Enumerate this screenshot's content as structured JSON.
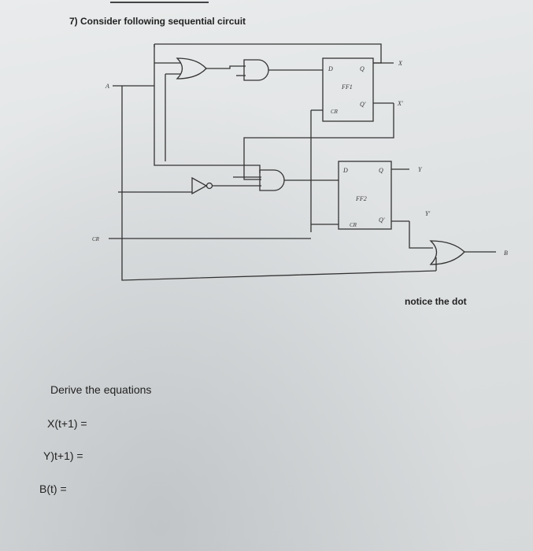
{
  "question": {
    "title": "7) Consider following sequential circuit"
  },
  "circuit": {
    "ff1": {
      "name": "FF1",
      "d": "D",
      "q": "Q",
      "qbar": "Q'",
      "clk": "CR"
    },
    "ff2": {
      "name": "FF2",
      "d": "D",
      "q": "Q",
      "qbar": "Q'",
      "clk": "CR"
    },
    "inputs": {
      "a": "A",
      "clk": "CR"
    },
    "outputs": {
      "x": "X",
      "xbar": "X'",
      "y": "Y",
      "ybar": "Y'",
      "b": "B"
    }
  },
  "notice": "notice the dot",
  "derive": {
    "title": "Derive the equations",
    "eq_x": "X(t+1) =",
    "eq_y": "Y)t+1) =",
    "eq_b": "B(t) ="
  }
}
